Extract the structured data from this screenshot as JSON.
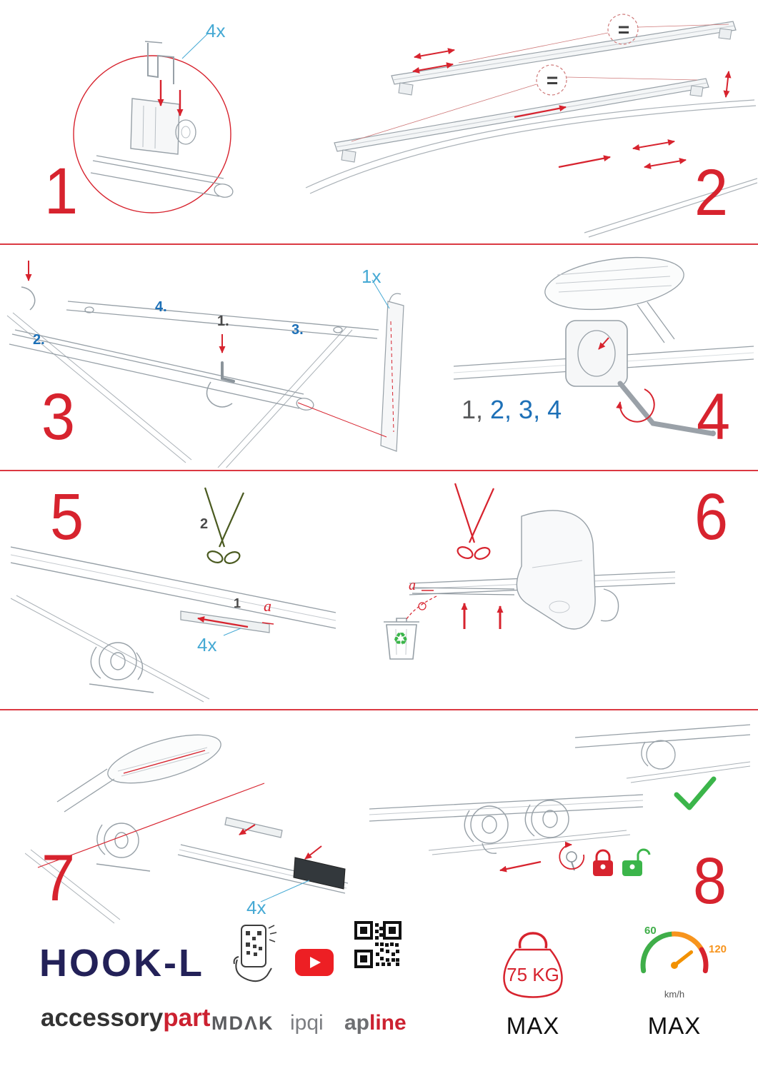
{
  "colors": {
    "red": "#d7232e",
    "light_blue": "#45a9d4",
    "dark_blue": "#1d70b7",
    "green": "#3bb54a",
    "navy": "#232158",
    "orange": "#f7941d"
  },
  "icons": {
    "recycle": "♻"
  },
  "steps": {
    "s1": {
      "number": "1",
      "qty": "4x"
    },
    "s2": {
      "number": "2",
      "eq_top": "=",
      "eq_bottom": "="
    },
    "s3": {
      "number": "3",
      "qty": "1x",
      "sub_1": "1.",
      "sub_2": "2.",
      "sub_3": "3.",
      "sub_4": "4."
    },
    "s4": {
      "number": "4",
      "seq_done": "1,",
      "seq_todo": "2, 3, 4"
    },
    "s5": {
      "number": "5",
      "cut_order": "2",
      "strip_order": "1",
      "strip_ref": "a",
      "qty": "4x"
    },
    "s6": {
      "number": "6",
      "strip_ref": "a"
    },
    "s7": {
      "number": "7",
      "qty": "4x"
    },
    "s8": {
      "number": "8"
    }
  },
  "footer": {
    "product_name": "HOOK-L",
    "brand_prefix": "accessory",
    "brand_suffix": "part",
    "logo_mdak": "MDΛK",
    "logo_ipqi": "ipqi",
    "logo_apline_prefix": "ap",
    "logo_apline_suffix": "line",
    "weight_value": "75 KG",
    "weight_max": "MAX",
    "speed_low": "60",
    "speed_high": "120",
    "speed_unit": "km/h",
    "speed_max": "MAX"
  }
}
